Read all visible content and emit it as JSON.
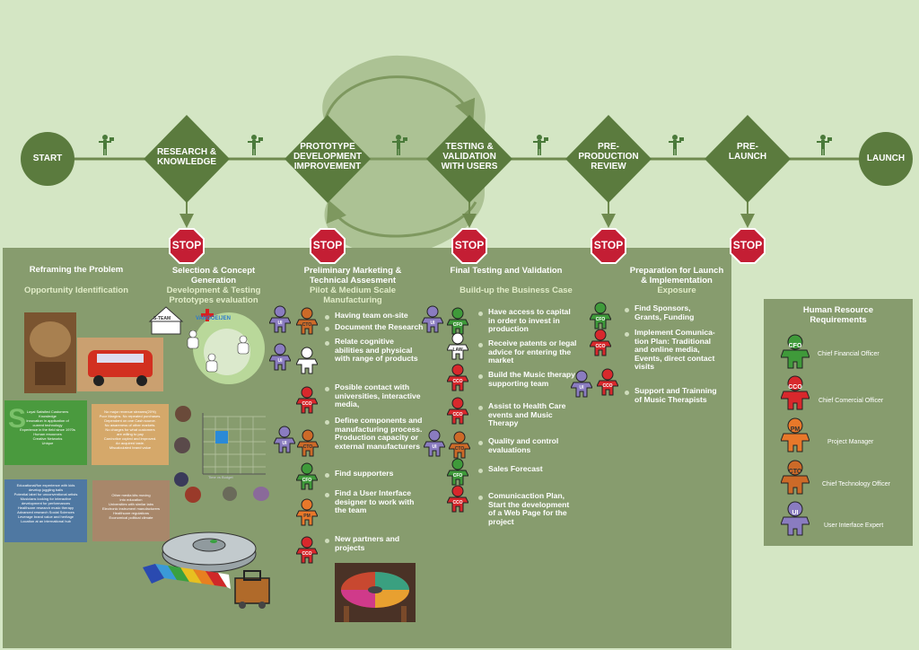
{
  "flow": {
    "start": "START",
    "launch": "LAUNCH",
    "research": [
      "RESEARCH &",
      "KNOWLEDGE"
    ],
    "prototype": [
      "PROTOTYPE",
      "DEVELOPMENT",
      "IMPROVEMENT"
    ],
    "testing": [
      "TESTING &",
      "VALIDATION",
      "WITH USERS"
    ],
    "preproduction": [
      "PRE-",
      "PRODUCTION",
      "REVIEW"
    ],
    "prelaunch": [
      "PRE-",
      "LAUNCH"
    ],
    "stop": "STOP"
  },
  "col1": {
    "title": "Reframing the Problem",
    "subtitle": "Opportunity Identification"
  },
  "col2": {
    "title": [
      "Selection & Concept",
      "Generation"
    ],
    "subtitle": [
      "Development & Testing",
      "Prototypes evaluation"
    ],
    "logo": "VANGOEIJEN",
    "board": "S-TEAM"
  },
  "col3": {
    "title": [
      "Preliminary Marketing &",
      "Technical Assesment"
    ],
    "subtitle": [
      "Pilot & Medium Scale",
      "Manufacturing"
    ],
    "items": [
      [
        "Having team on-site"
      ],
      [
        "Document the Research"
      ],
      [
        "Relate cognitive",
        "abilities and physical",
        "with range of products"
      ],
      [
        "Posible contact with",
        "universities, interactive",
        "media,"
      ],
      [
        "Define components and",
        "manufacturing process.",
        "Production capacity or",
        "external manufacturers"
      ],
      [
        "Find supporters"
      ],
      [
        "Find a User Interface",
        "designer to work with",
        "the team"
      ],
      [
        "New partners and",
        "projects"
      ]
    ]
  },
  "col4": {
    "title": "Final Testing and Validation",
    "subtitle": "Build-up the Business Case",
    "items": [
      [
        "Have access to  capital",
        "in order to invest in",
        "production"
      ],
      [
        "Receive patents or legal",
        "advice for entering the",
        "market"
      ],
      [
        "Build the Music therapy",
        "supporting team"
      ],
      [
        "Assist to Health Care",
        "events and Music",
        "Therapy"
      ],
      [
        "Quality and control",
        "evaluations"
      ],
      [
        "Sales Forecast"
      ],
      [
        "Comunicaction Plan,",
        "Start the development",
        "of a Web Page for the",
        "project"
      ]
    ]
  },
  "col5": {
    "title": [
      "Preparation for Launch",
      "& Implementation"
    ],
    "subtitle": "Exposure",
    "items": [
      [
        "Find Sponsors,",
        "Grants, Funding"
      ],
      [
        "Implement Comunica-",
        "tion Plan: Traditional",
        "and online media,",
        "Events, direct contact",
        "visits"
      ],
      [
        "Support and Trainning",
        "of Music Therapists"
      ]
    ]
  },
  "hr": {
    "title": [
      "Human Resource",
      "Requirements"
    ],
    "roles": [
      {
        "abbr": "CFO",
        "label": "Chief Financial Officer",
        "color": "#3f9a3a"
      },
      {
        "abbr": "CCO",
        "label": "Chief Comercial Officer",
        "color": "#d8282c"
      },
      {
        "abbr": "PM",
        "label": "Project Manager",
        "color": "#e8782a"
      },
      {
        "abbr": "CTO",
        "label": "Chief Technology Officer",
        "color": "#cc6a28"
      },
      {
        "abbr": "UI",
        "label": "User Interface Expert",
        "color": "#8a7cc0"
      }
    ]
  },
  "tokens": {
    "law": "LAW",
    "ui": "UI",
    "cto": "CTO",
    "cfo": "CFO",
    "cco": "CCO",
    "pm": "PM"
  },
  "chart_axis": "Time vs Budget"
}
